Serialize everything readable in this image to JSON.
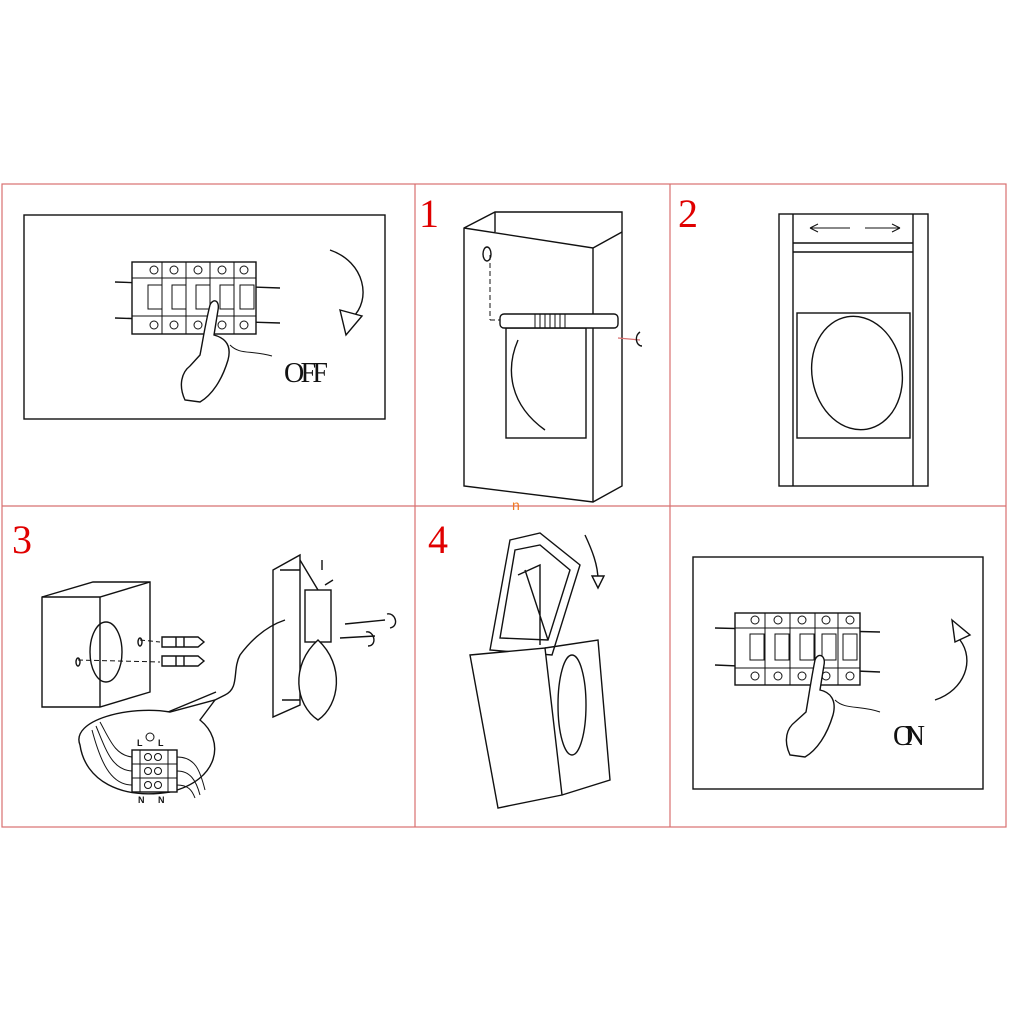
{
  "steps": [
    {
      "id": "off",
      "label": "OFF"
    },
    {
      "id": "1",
      "number": "1"
    },
    {
      "id": "2",
      "number": "2"
    },
    {
      "id": "3",
      "number": "3",
      "terminal_labels": {
        "live_left": "L",
        "live_right": "L",
        "neutral_left": "N",
        "neutral_right": "N"
      }
    },
    {
      "id": "4",
      "number": "4"
    },
    {
      "id": "on",
      "label": "ON"
    }
  ],
  "watermark": "n",
  "colors": {
    "grid": "#d87070",
    "step_number": "#e00000",
    "watermark": "#f07a20"
  }
}
